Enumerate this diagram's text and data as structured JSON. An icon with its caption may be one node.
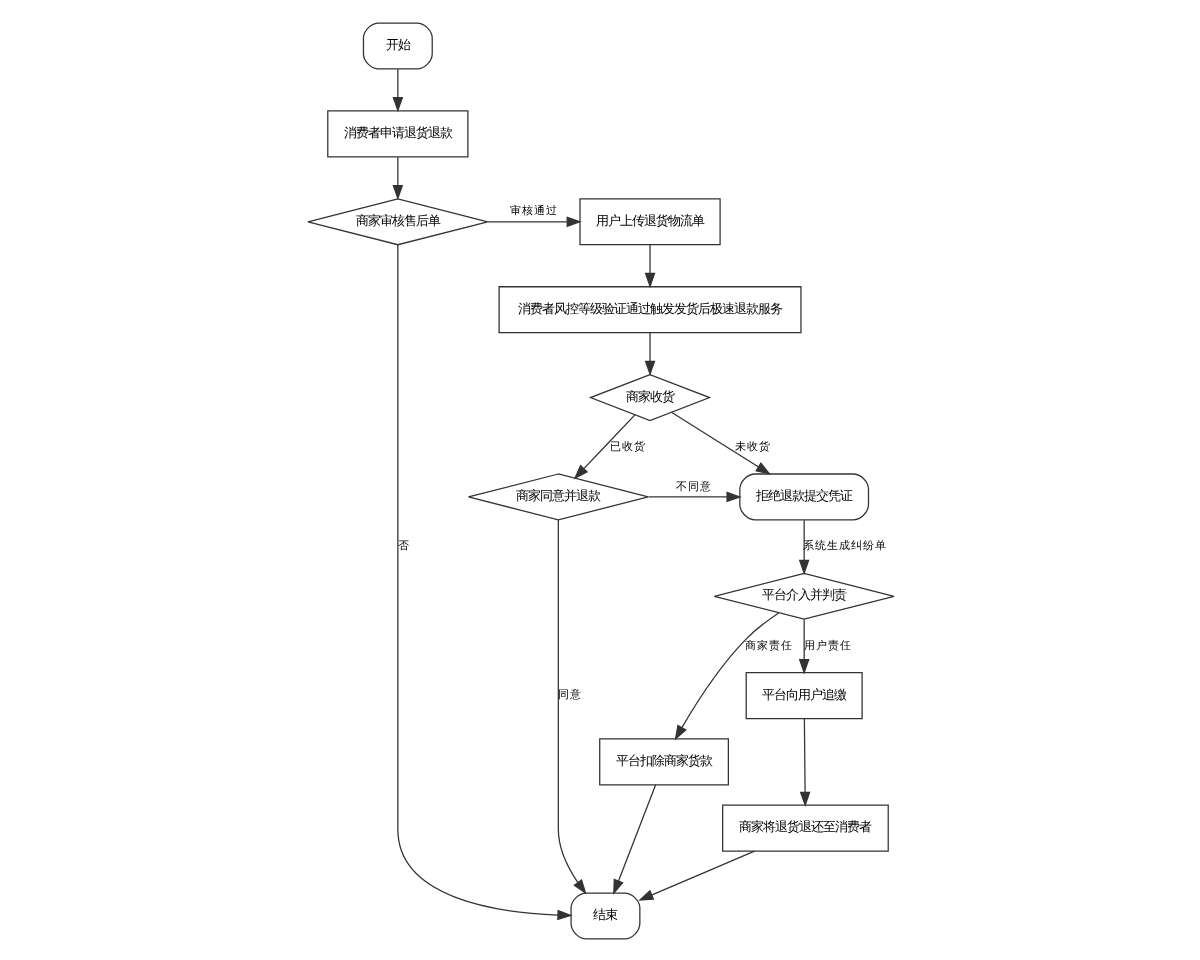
{
  "diagram": {
    "nodes": [
      {
        "text": [
          "开始"
        ]
      },
      {
        "text": [
          "消费者申请退货退款"
        ]
      },
      {
        "text": [
          "商家审核售后单"
        ]
      },
      {
        "text": [
          "用户上传退货物流单"
        ]
      },
      {
        "text": [
          "消费者风控等级验证通过触发发货后极速退款服务"
        ]
      },
      {
        "text": [
          "商家收货"
        ]
      },
      {
        "text": [
          "商家同意并退款"
        ]
      },
      {
        "text": [
          "拒绝退款提交凭证"
        ]
      },
      {
        "text": [
          "平台介入并判责"
        ]
      },
      {
        "text": [
          "结束"
        ]
      },
      {
        "text": [
          "平台扣除商家货款"
        ]
      },
      {
        "text": [
          "平台向用户追缴"
        ]
      },
      {
        "text": [
          "商家将退货退还至消费者"
        ]
      }
    ],
    "edges": [
      {
        "from": 0,
        "to": 1,
        "arrow": "to"
      },
      {
        "from": 1,
        "to": 2,
        "arrow": "to"
      },
      {
        "from": 2,
        "to": 3,
        "arrow": "to",
        "label": "审核通过"
      },
      {
        "from": 2,
        "to": 9,
        "arrow": "to",
        "label": "否"
      },
      {
        "from": 3,
        "to": 4,
        "arrow": "to"
      },
      {
        "from": 4,
        "to": 5,
        "arrow": "to"
      },
      {
        "from": 5,
        "to": 6,
        "arrow": "to",
        "label": "已收货"
      },
      {
        "from": 5,
        "to": 7,
        "arrow": "to",
        "label": "未收货"
      },
      {
        "from": 6,
        "to": 7,
        "arrow": "to",
        "label": "不同意"
      },
      {
        "from": 6,
        "to": 9,
        "arrow": "to",
        "label": "同意"
      },
      {
        "from": 7,
        "to": 8,
        "arrow": "to",
        "label": "系统生成纠纷单"
      },
      {
        "from": 8,
        "to": 10,
        "arrow": "to",
        "label": "商家责任"
      },
      {
        "from": 8,
        "to": 11,
        "arrow": "to",
        "label": "用户责任"
      },
      {
        "from": 10,
        "to": 9,
        "arrow": "to"
      },
      {
        "from": 11,
        "to": 12,
        "arrow": "to"
      },
      {
        "from": 12,
        "to": 9,
        "arrow": "to"
      }
    ]
  }
}
